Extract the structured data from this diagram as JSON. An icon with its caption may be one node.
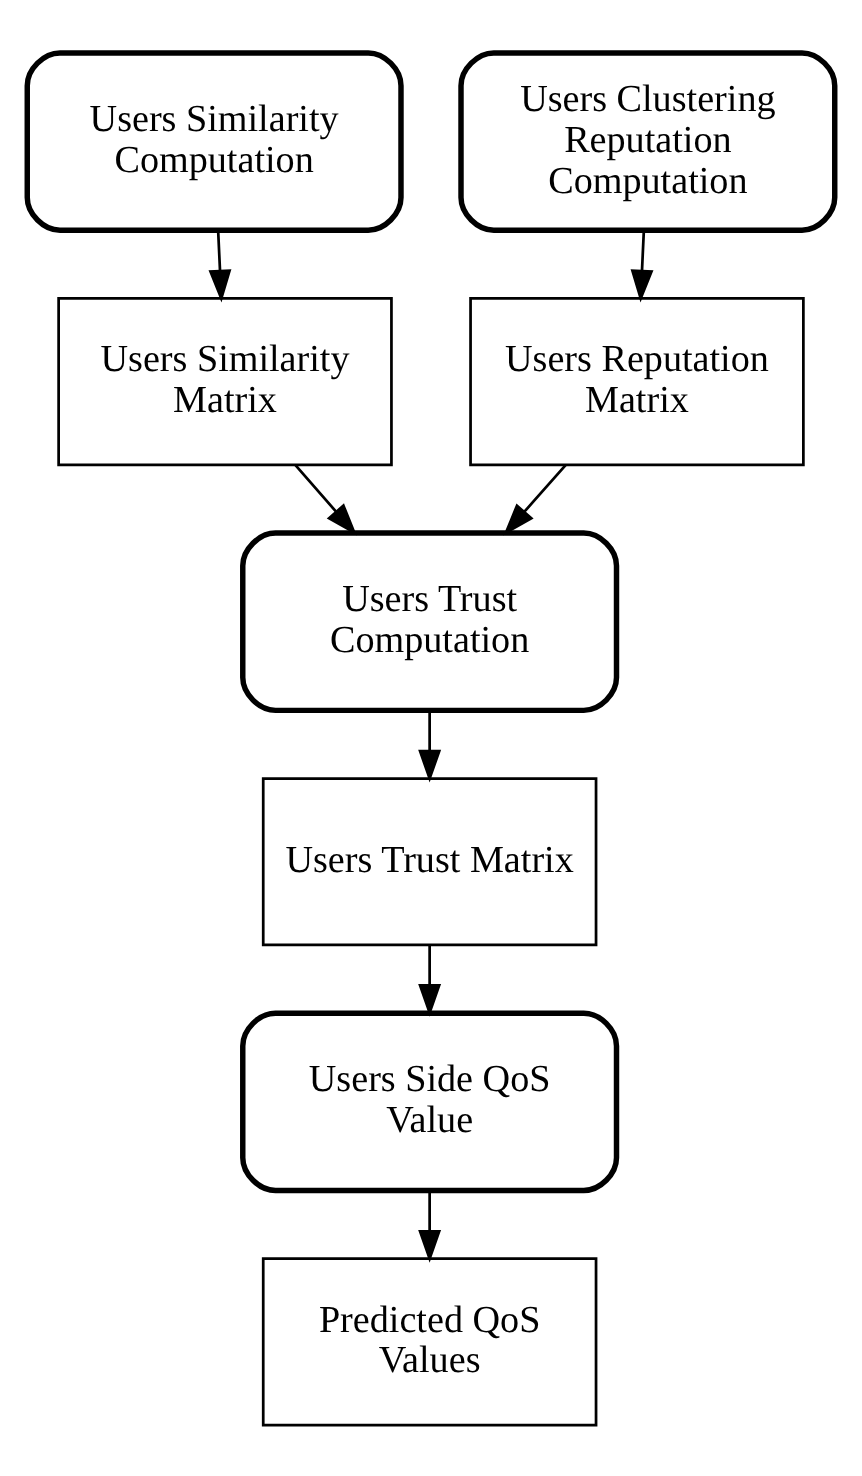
{
  "diagram": {
    "nodes": [
      {
        "text": [
          "Users Similarity Computation"
        ]
      },
      {
        "text": [
          "Users Clustering Reputation Computation"
        ]
      },
      {
        "text": [
          "Users Similarity Matrix"
        ]
      },
      {
        "text": [
          "Users Reputation Matrix"
        ]
      },
      {
        "text": [
          "Users Trust Computation"
        ]
      },
      {
        "text": [
          "Users Trust Matrix"
        ]
      },
      {
        "text": [
          "Users Side QoS Value"
        ]
      },
      {
        "text": [
          "Predicted QoS Values"
        ]
      }
    ],
    "edges": [
      {
        "from": 0,
        "to": 2,
        "arrow": "to"
      },
      {
        "from": 1,
        "to": 3,
        "arrow": "to"
      },
      {
        "from": 2,
        "to": 4,
        "arrow": "to"
      },
      {
        "from": 3,
        "to": 4,
        "arrow": "to"
      },
      {
        "from": 4,
        "to": 5,
        "arrow": "to"
      },
      {
        "from": 5,
        "to": 6,
        "arrow": "to"
      },
      {
        "from": 6,
        "to": 7,
        "arrow": "to"
      }
    ]
  }
}
